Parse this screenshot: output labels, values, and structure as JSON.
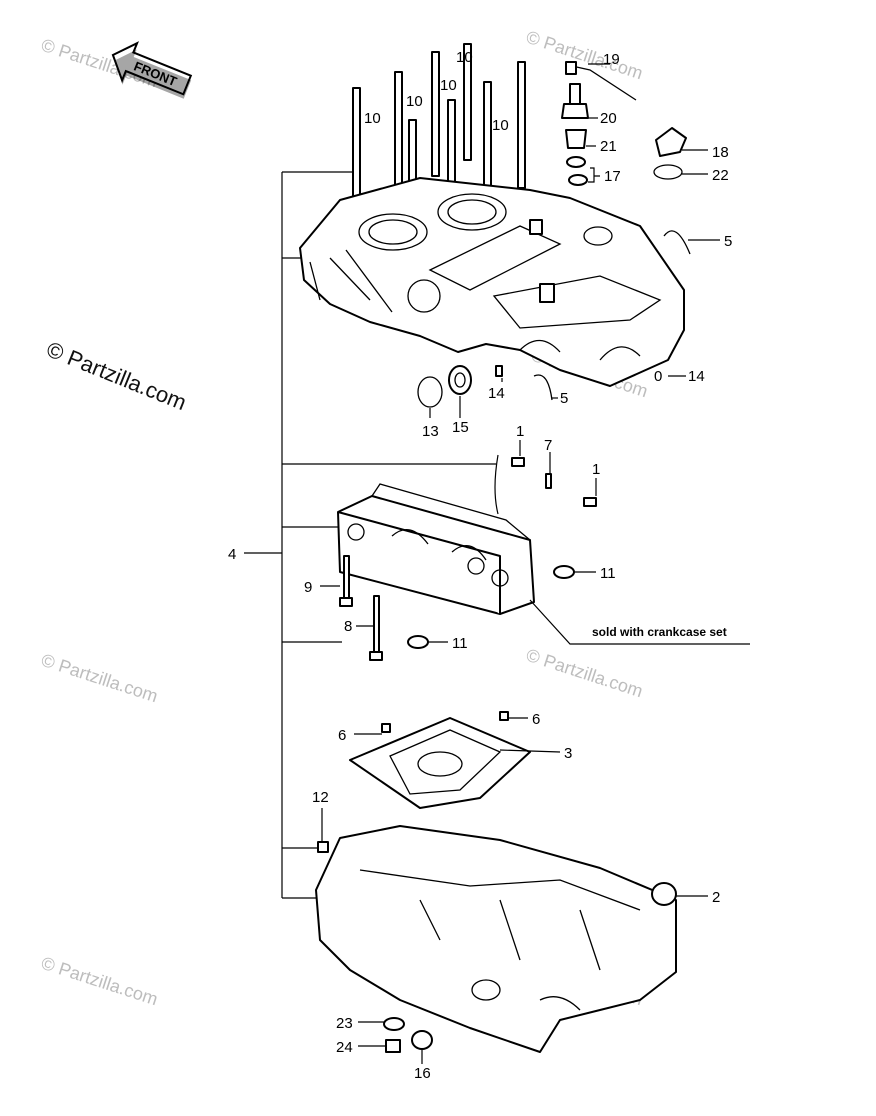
{
  "front_label": "FRONT",
  "watermark": "© Partzilla.com",
  "note": "sold with crankcase set",
  "callouts": {
    "c1a": "1",
    "c1b": "1",
    "c2": "2",
    "c3": "3",
    "c4": "4",
    "c5a": "5",
    "c5b": "5",
    "c6a": "6",
    "c6b": "6",
    "c7": "7",
    "c8": "8",
    "c9": "9",
    "c10a": "10",
    "c10b": "10",
    "c10c": "10",
    "c10d": "10",
    "c10e": "10",
    "c11a": "11",
    "c11b": "11",
    "c12": "12",
    "c13": "13",
    "c14a": "14",
    "c14b": "14",
    "c14_0": "0",
    "c15": "15",
    "c16": "16",
    "c17": "17",
    "c18": "18",
    "c19": "19",
    "c20": "20",
    "c21": "21",
    "c22": "22",
    "c23": "23",
    "c24": "24"
  }
}
